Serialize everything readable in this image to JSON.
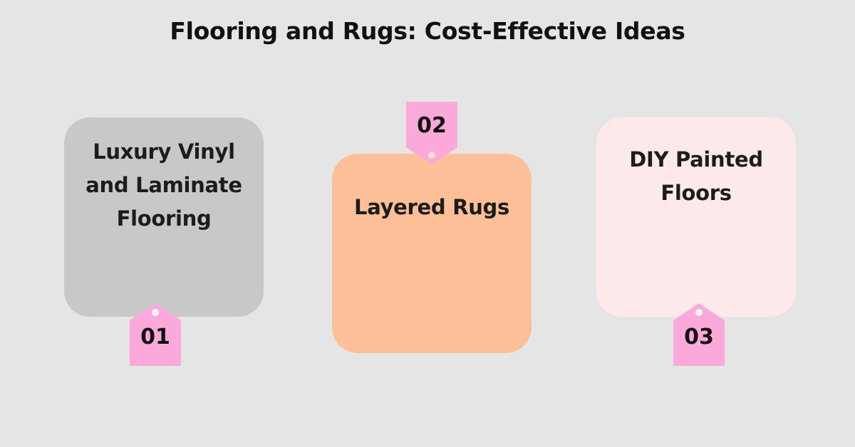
{
  "title": "Flooring and Rugs: Cost-Effective Ideas",
  "colors": {
    "background": "#e5e5e5",
    "card_1": "#c8c8c8",
    "card_2": "#fdbf97",
    "card_3": "#fde9ea",
    "tag": "#fba8db"
  },
  "items": [
    {
      "number": "01",
      "label": "Luxury Vinyl and Laminate Flooring"
    },
    {
      "number": "02",
      "label": "Layered Rugs"
    },
    {
      "number": "03",
      "label": "DIY Painted Floors"
    }
  ]
}
